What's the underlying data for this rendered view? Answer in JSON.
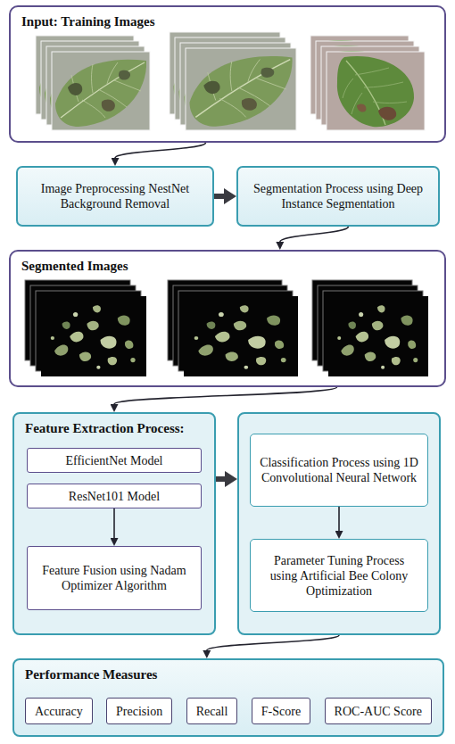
{
  "diagram": {
    "nodes": [
      {
        "text": [
          "Input: Training Images"
        ]
      },
      {
        "text": [
          "Image Preprocessing NestNet Background Removal"
        ]
      },
      {
        "text": [
          "Segmentation Process using Deep Instance Segmentation"
        ]
      },
      {
        "text": [
          "Segmented Images"
        ]
      },
      {
        "text": [
          "Feature Extraction Process:"
        ]
      },
      {
        "text": [
          "EfficientNet Model"
        ],
        "in": 4
      },
      {
        "text": [
          "ResNet101 Model"
        ],
        "in": 4
      },
      {
        "text": [
          "Feature Fusion using Nadam Optimizer Algorithm"
        ],
        "in": 4
      },
      {
        "text": []
      },
      {
        "text": [
          "Classification Process using 1D Convolutional Neural Network"
        ],
        "in": 8
      },
      {
        "text": [
          "Parameter Tuning Process using Artificial Bee Colony Optimization"
        ],
        "in": 8
      },
      {
        "text": [
          "Performance Measures"
        ]
      },
      {
        "text": [
          "Accuracy"
        ],
        "in": 11
      },
      {
        "text": [
          "Precision"
        ],
        "in": 11
      },
      {
        "text": [
          "Recall"
        ],
        "in": 11
      },
      {
        "text": [
          "F-Score"
        ],
        "in": 11
      },
      {
        "text": [
          "ROC-AUC Score"
        ],
        "in": 11
      }
    ],
    "edges": [
      {
        "from": 0,
        "to": 1,
        "arrow": "to"
      },
      {
        "from": 1,
        "to": 2,
        "arrow": "to"
      },
      {
        "from": 2,
        "to": 3,
        "arrow": "to"
      },
      {
        "from": 3,
        "to": 4,
        "arrow": "to"
      },
      {
        "from": 6,
        "to": 7,
        "arrow": "to"
      },
      {
        "from": 4,
        "to": 8,
        "arrow": "to"
      },
      {
        "from": 9,
        "to": 10,
        "arrow": "to"
      },
      {
        "from": 8,
        "to": 11,
        "arrow": "to"
      }
    ]
  }
}
